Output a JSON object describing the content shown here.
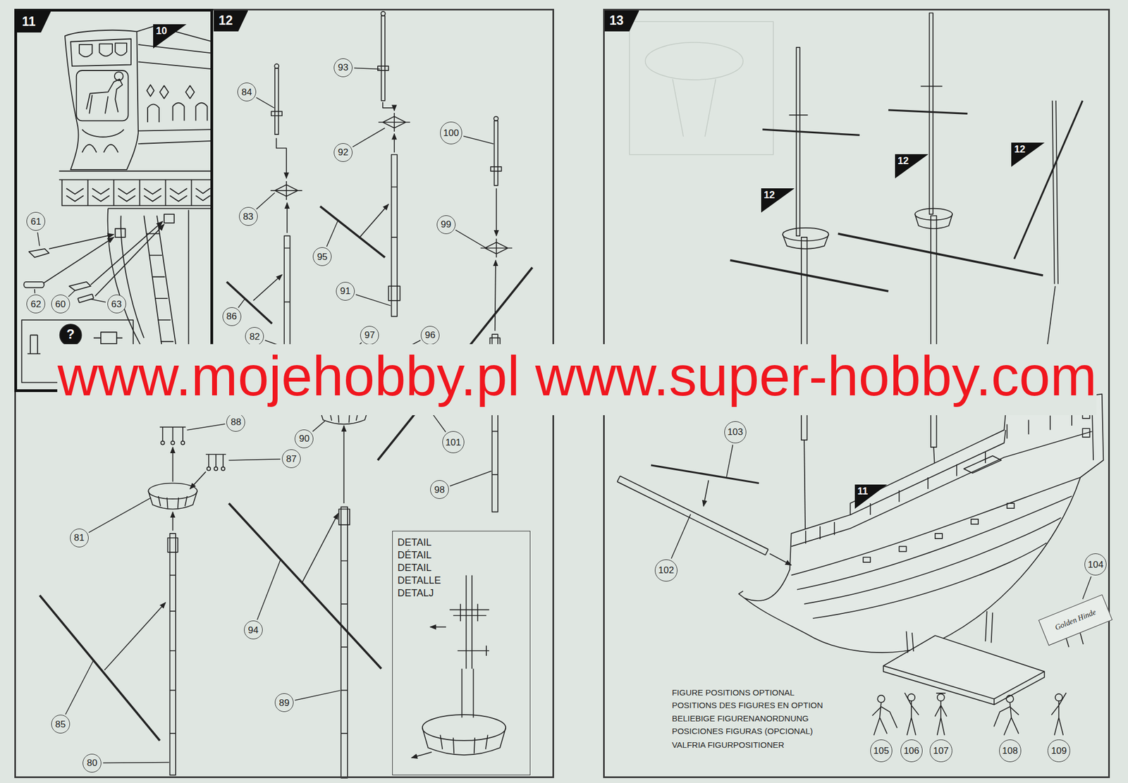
{
  "diagram": {
    "nodes": [
      {
        "text": [
          "12"
        ]
      },
      {
        "text": [
          "11"
        ],
        "in": 0
      },
      {
        "text": [
          "10"
        ],
        "in": 1
      },
      {
        "text": [
          "61"
        ],
        "in": 1
      },
      {
        "text": [
          "62"
        ],
        "in": 1
      },
      {
        "text": [
          "60"
        ],
        "in": 1
      },
      {
        "text": [
          "63"
        ],
        "in": 1
      },
      {
        "text": [
          "84"
        ],
        "in": 0
      },
      {
        "text": [
          "93"
        ],
        "in": 0
      },
      {
        "text": [
          "100"
        ],
        "in": 0
      },
      {
        "text": [
          "92"
        ],
        "in": 0
      },
      {
        "text": [
          "83"
        ],
        "in": 0
      },
      {
        "text": [
          "99"
        ],
        "in": 0
      },
      {
        "text": [
          "95"
        ],
        "in": 0
      },
      {
        "text": [
          "91"
        ],
        "in": 0
      },
      {
        "text": [
          "86"
        ],
        "in": 0
      },
      {
        "text": [
          "97"
        ],
        "in": 0
      },
      {
        "text": [
          "96"
        ],
        "in": 0
      },
      {
        "text": [
          "82"
        ],
        "in": 0
      },
      {
        "text": [
          "90"
        ],
        "in": 0
      },
      {
        "text": [
          "101"
        ],
        "in": 0
      },
      {
        "text": [
          "98"
        ],
        "in": 0
      },
      {
        "text": [
          "88"
        ],
        "in": 0
      },
      {
        "text": [
          "87"
        ],
        "in": 0
      },
      {
        "text": [
          "81"
        ],
        "in": 0
      },
      {
        "text": [
          "DETAIL DÉTAIL DETAIL DETALLE DETALJ"
        ],
        "in": 0
      },
      {
        "text": [
          "94"
        ],
        "in": 0
      },
      {
        "text": [
          "89"
        ],
        "in": 0
      },
      {
        "text": [
          "85"
        ],
        "in": 0
      },
      {
        "text": [
          "80"
        ],
        "in": 0
      },
      {
        "text": [
          "13"
        ]
      },
      {
        "text": [
          "12"
        ],
        "in": 30
      },
      {
        "text": [
          "12"
        ],
        "in": 30
      },
      {
        "text": [
          "12"
        ],
        "in": 30
      },
      {
        "text": [
          "103"
        ],
        "in": 30
      },
      {
        "text": [
          "11"
        ],
        "in": 30
      },
      {
        "text": [
          "104"
        ],
        "in": 30
      },
      {
        "text": [
          "Golden Hinde"
        ],
        "in": 30
      },
      {
        "text": [
          "102"
        ],
        "in": 30
      },
      {
        "text": [
          "105"
        ],
        "in": 30
      },
      {
        "text": [
          "106"
        ],
        "in": 30
      },
      {
        "text": [
          "107"
        ],
        "in": 30
      },
      {
        "text": [
          "108"
        ],
        "in": 30
      },
      {
        "text": [
          "109"
        ],
        "in": 30
      }
    ],
    "labels": [
      "www.mojehobby.pl www.super-hobby.com",
      "?",
      "FIGURE POSITIONS OPTIONAL",
      "POSITIONS DES FIGURES EN OPTION",
      "BELIEBIGE FIGURENANORDNUNG",
      "POSICIONES FIGURAS (OPCIONAL)",
      "VALFRIA FIGURPOSITIONER"
    ]
  }
}
